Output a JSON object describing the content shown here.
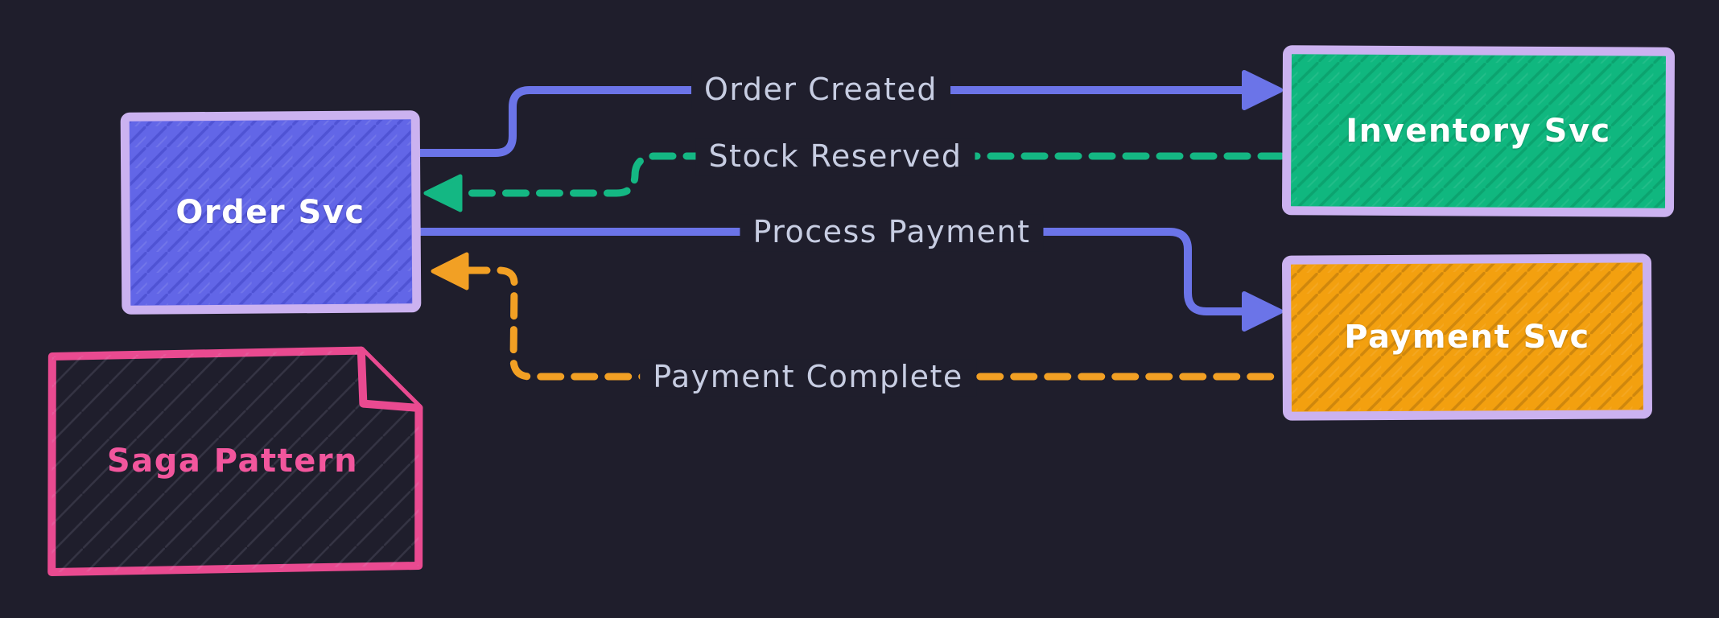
{
  "diagram": {
    "type": "flow-diagram",
    "theme": "dark",
    "background_color": "#1f1e2c",
    "title": "Saga Pattern"
  },
  "nodes": [
    {
      "id": "order-svc",
      "label": "Order Svc",
      "fill": "#6266e7",
      "border": "#cbb2f0",
      "text_color": "#ffffff"
    },
    {
      "id": "inventory-svc",
      "label": "Inventory Svc",
      "fill": "#10b77f",
      "border": "#cbb2f0",
      "text_color": "#ffffff"
    },
    {
      "id": "payment-svc",
      "label": "Payment Svc",
      "fill": "#f3a00f",
      "border": "#cbb2f0",
      "text_color": "#ffffff"
    }
  ],
  "note": {
    "id": "saga-note",
    "label": "Saga Pattern",
    "border": "#e94a90",
    "text_color": "#f2569d",
    "shape": "document-with-folded-corner"
  },
  "edges": [
    {
      "id": "order-created",
      "label": "Order Created",
      "from": "order-svc",
      "to": "inventory-svc",
      "style": "solid",
      "color": "#6b74e8"
    },
    {
      "id": "stock-reserved",
      "label": "Stock Reserved",
      "from": "inventory-svc",
      "to": "order-svc",
      "style": "dashed",
      "color": "#14b783"
    },
    {
      "id": "process-payment",
      "label": "Process Payment",
      "from": "order-svc",
      "to": "payment-svc",
      "style": "solid",
      "color": "#6b74e8"
    },
    {
      "id": "payment-complete",
      "label": "Payment Complete",
      "from": "payment-svc",
      "to": "order-svc",
      "style": "dashed",
      "color": "#f2a024"
    }
  ],
  "edge_label_color": "#c7cde2"
}
